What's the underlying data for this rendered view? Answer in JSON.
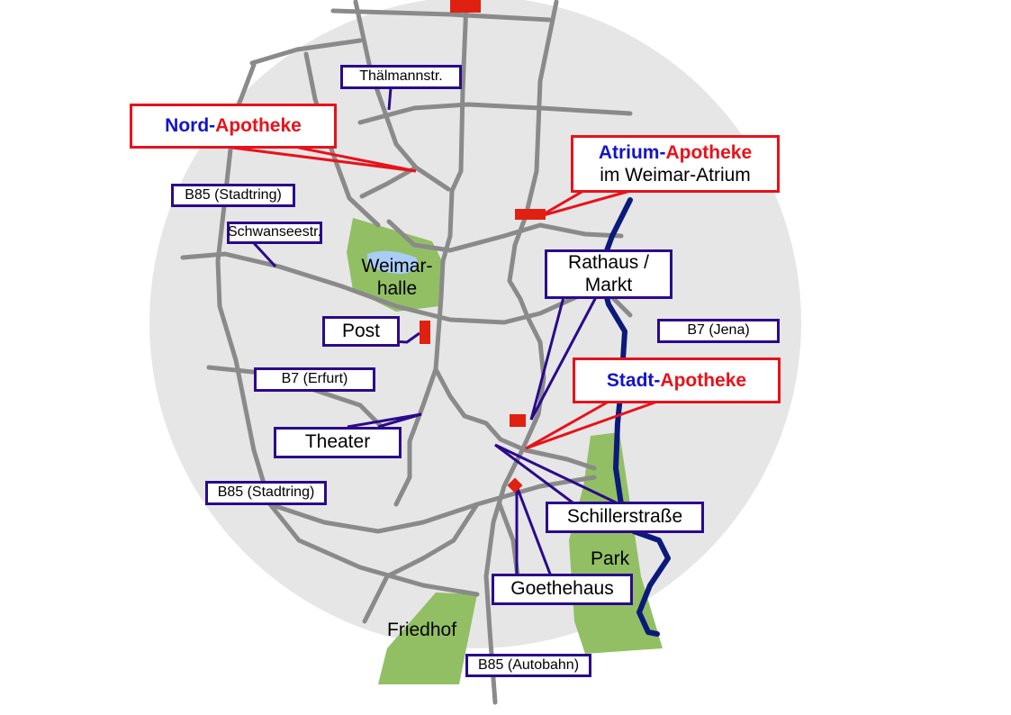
{
  "colors": {
    "city_circle": "#e6e6e6",
    "road": "#8a8a8a",
    "green_area": "#92bf64",
    "water": "#a9cdf5",
    "river": "#0b1a7a",
    "marker": "#e02010",
    "label_border": "#2a0a8a",
    "pharmacy_border": "#e8121a",
    "pharmacy_word_blue": "#1414c8",
    "pharmacy_word_red": "#e8121a"
  },
  "pharmacies": {
    "nord": {
      "prefix": "Nord-",
      "name": "Apotheke"
    },
    "atrium": {
      "prefix": "Atrium-",
      "name": "Apotheke",
      "line2": "im Weimar-Atrium"
    },
    "stadt": {
      "prefix": "Stadt-",
      "name": "Apotheke"
    }
  },
  "street_labels": {
    "thaelmann": "Thälmannstr.",
    "b85_north": "B85 (Stadtring)",
    "schwansee": "Schwanseestr.",
    "b7_jena": "B7 (Jena)",
    "b7_erfurt": "B7 (Erfurt)",
    "b85_south": "B85 (Stadtring)",
    "b85_autobahn": "B85 (Autobahn)"
  },
  "place_labels": {
    "rathaus_line1": "Rathaus /",
    "rathaus_line2": "Markt",
    "post": "Post",
    "theater": "Theater",
    "schillerstrasse": "Schillerstraße",
    "goethehaus": "Goethehaus"
  },
  "areas": {
    "weimarhalle_line1": "Weimar-",
    "weimarhalle_line2": "halle",
    "park": "Park",
    "friedhof": "Friedhof"
  }
}
